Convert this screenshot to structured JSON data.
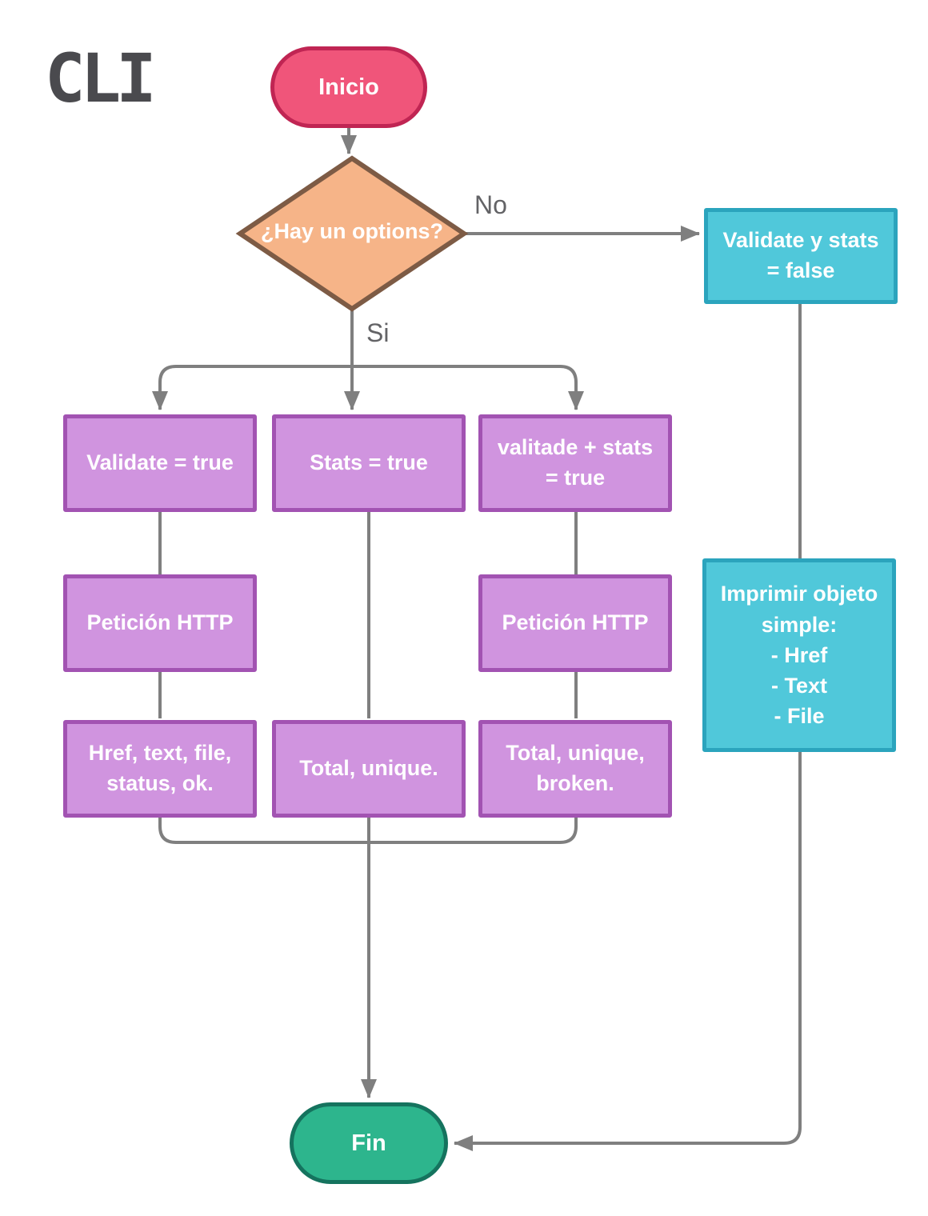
{
  "title": "CLI",
  "edge_labels": {
    "no": "No",
    "si": "Si"
  },
  "nodes": {
    "start": {
      "label": "Inicio"
    },
    "decision": {
      "label": "¿Hay un options?"
    },
    "validate_stats_false": {
      "label": "Validate y stats\n= false"
    },
    "validate_true": {
      "label": "Validate = true"
    },
    "stats_true": {
      "label": "Stats = true"
    },
    "validate_plus_stats_true": {
      "label": "valitade + stats\n= true"
    },
    "peticion_http_left": {
      "label": "Petición HTTP"
    },
    "peticion_http_right": {
      "label": "Petición HTTP"
    },
    "href_text_file_status_ok": {
      "label": "Href, text, file,\nstatus, ok."
    },
    "total_unique": {
      "label": "Total, unique."
    },
    "total_unique_broken": {
      "label": "Total, unique,\nbroken."
    },
    "imprimir_objeto_simple": {
      "label": "Imprimir objeto\nsimple:\n- Href\n- Text\n- File"
    },
    "end": {
      "label": "Fin"
    }
  },
  "colors": {
    "start_fill": "#f0557a",
    "start_border": "#c02553",
    "decision_fill": "#f6b488",
    "decision_border": "#7d5b45",
    "process_fill": "#d094df",
    "process_border": "#a253b2",
    "io_fill": "#50c8da",
    "io_border": "#2ba4bd",
    "end_fill": "#2db58d",
    "end_border": "#15735e",
    "connector": "#7f7f7f",
    "edge_label_text": "#636366",
    "title_text": "#4a4a4e"
  }
}
